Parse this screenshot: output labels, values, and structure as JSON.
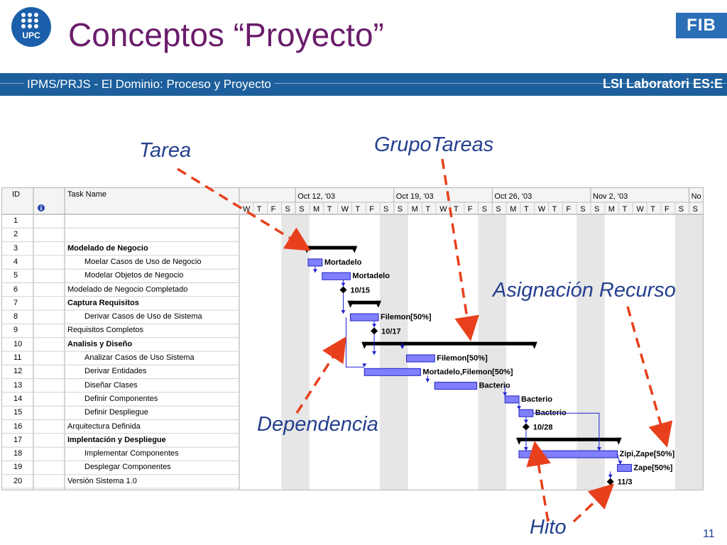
{
  "header": {
    "title": "Conceptos “Proyecto”",
    "upc_logo_text": "UPC",
    "fib_logo_text": "FIB"
  },
  "banner": {
    "left": "IPMS/PRJS - El Dominio: Proceso y Proyecto",
    "right": "LSI Laboratori ES:E"
  },
  "callouts": {
    "tarea": "Tarea",
    "grupo_tareas": "GrupoTareas",
    "asignacion_recurso": "Asignación Recurso",
    "dependencia": "Dependencia",
    "hito": "Hito"
  },
  "slide_number": "11",
  "gantt": {
    "columns": {
      "id": "ID",
      "task_name": "Task Name",
      "info_icon": "info-icon"
    },
    "weeks": [
      "Oct 12, '03",
      "Oct 19, '03",
      "Oct 26, '03",
      "Nov 2, '03",
      "No"
    ],
    "day_letters": [
      "W",
      "T",
      "F",
      "S",
      "S",
      "M",
      "T",
      "W",
      "T",
      "F",
      "S",
      "S",
      "M",
      "T",
      "W",
      "T",
      "F",
      "S",
      "S",
      "M",
      "T",
      "W",
      "T",
      "F",
      "S",
      "S",
      "M",
      "T",
      "W",
      "T",
      "F",
      "S",
      "S"
    ],
    "rows": [
      {
        "id": "1",
        "name": "",
        "style": "normal"
      },
      {
        "id": "2",
        "name": "",
        "style": "normal"
      },
      {
        "id": "3",
        "name": "Modelado de Negocio",
        "style": "bold"
      },
      {
        "id": "4",
        "name": "Moelar Casos de Uso de Negocio",
        "style": "sub"
      },
      {
        "id": "5",
        "name": "Modelar Objetos de Negocio",
        "style": "sub"
      },
      {
        "id": "6",
        "name": "Modelado de Negocio Completado",
        "style": "normal"
      },
      {
        "id": "7",
        "name": "Captura Requisitos",
        "style": "bold"
      },
      {
        "id": "8",
        "name": "Derivar Casos de Uso de Sistema",
        "style": "sub"
      },
      {
        "id": "9",
        "name": "Requisitos Completos",
        "style": "normal"
      },
      {
        "id": "10",
        "name": "Analisis y Diseño",
        "style": "bold"
      },
      {
        "id": "11",
        "name": "Analizar Casos de Uso Sistema",
        "style": "sub"
      },
      {
        "id": "12",
        "name": "Derivar Entidades",
        "style": "sub"
      },
      {
        "id": "13",
        "name": "Diseñar Clases",
        "style": "sub"
      },
      {
        "id": "14",
        "name": "Definir Componentes",
        "style": "sub"
      },
      {
        "id": "15",
        "name": "Definir Despliegue",
        "style": "sub"
      },
      {
        "id": "16",
        "name": "Arquitectura Definida",
        "style": "normal"
      },
      {
        "id": "17",
        "name": "Implentación y Despliegue",
        "style": "bold"
      },
      {
        "id": "18",
        "name": "Implementar Componentes",
        "style": "sub"
      },
      {
        "id": "19",
        "name": "Desplegar Componentes",
        "style": "sub"
      },
      {
        "id": "20",
        "name": "Versión Sistema 1.0",
        "style": "normal"
      }
    ],
    "bar_labels": {
      "row4": "Mortadelo",
      "row5": "Mortadelo",
      "row6": "10/15",
      "row8": "Filemon[50%]",
      "row9": "10/17",
      "row11": "Filemon[50%]",
      "row12": "Mortadelo,Filemon[50%]",
      "row13": "Bacterio",
      "row14": "Bacterio",
      "row15": "Bacterio",
      "row16": "10/28",
      "row18": "Zipi,Zape[50%]",
      "row19": "Zape[50%]",
      "row20": "11/3"
    }
  },
  "colors": {
    "title": "#6a1c6b",
    "banner": "#1d5f9c",
    "callout_text": "#25408f",
    "callout_arrow": "#e8401c",
    "task_bar": "#8080ff",
    "link": "#2020d0"
  }
}
